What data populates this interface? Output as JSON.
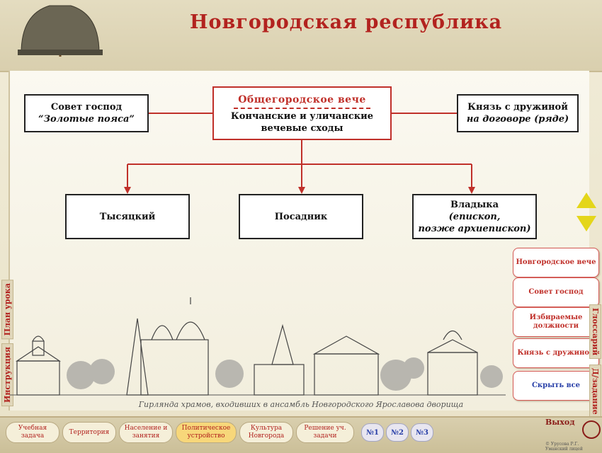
{
  "header": {
    "title": "Новгородская республика"
  },
  "diagram": {
    "veche_title": "Общегородское вече",
    "veche_sub": "Кончанские и уличанские вечевые сходы",
    "council_line1": "Совет господ",
    "council_line2": "“Золотые пояса”",
    "prince_line1": "Князь с дружиной",
    "prince_line2": "на договоре (ряде)",
    "tysyatsky": "Тысяцкий",
    "posadnik": "Посадник",
    "vladyka_line1": "Владыка",
    "vladyka_line2": "(епископ,",
    "vladyka_line3": "позже архиепископ)"
  },
  "right_tabs": [
    {
      "label": "Новгородское вече"
    },
    {
      "label": "Совет господ"
    },
    {
      "label": "Избираемые должности"
    },
    {
      "label": "Князь с дружиной"
    },
    {
      "label": "Скрыть все"
    }
  ],
  "side_labels": {
    "plan": "План урока",
    "instruction": "Инструкция",
    "glossary": "Глоссарий",
    "task": "Д/задание"
  },
  "caption": "Гирлянда храмов, входивших в ансамбль Новгородского Ярославова дворища",
  "bottom_nav": [
    {
      "label": "Учебная задача"
    },
    {
      "label": "Территория"
    },
    {
      "label": "Население и занятия"
    },
    {
      "label": "Политическое устройство"
    },
    {
      "label": "Культура Новгорода"
    },
    {
      "label": "Решение уч. задачи"
    }
  ],
  "numbers": [
    "№1",
    "№2",
    "№3"
  ],
  "exit_label": "Выход",
  "footer": "© Урусова Р.Г. Уманский лицей",
  "colors": {
    "accent": "#c0302a",
    "blue": "#2940a8",
    "arrow": "#e4d61a"
  }
}
